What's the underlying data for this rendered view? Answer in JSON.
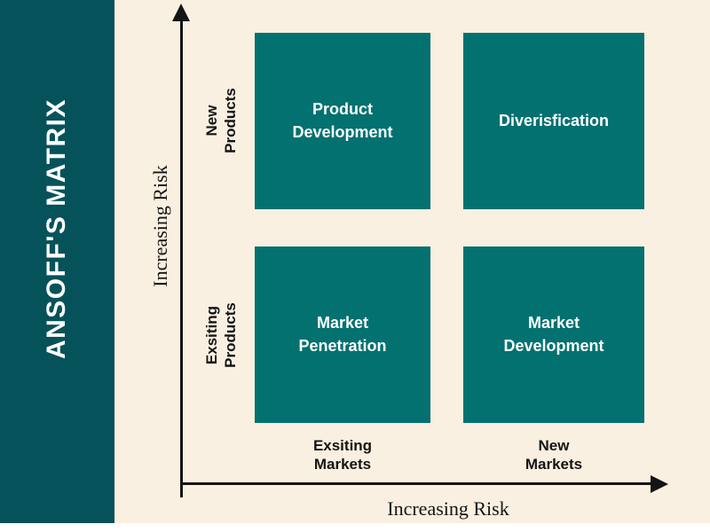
{
  "sidebar": {
    "title": "ANSOFF'S MATRIX"
  },
  "colors": {
    "background": "#faf0e1",
    "sidebar": "#05525a",
    "quadrant": "#027170",
    "quadrant_text": "#ffffff",
    "axis": "#141414",
    "footer_strip": "#ffffff"
  },
  "axes": {
    "y_axis_label": "Increasing Risk",
    "x_axis_label": "Increasing Risk",
    "y_categories": {
      "top": "New\nProducts",
      "bottom": "Exsiting\nProducts"
    },
    "x_categories": {
      "left": "Exsiting\nMarkets",
      "right": "New\nMarkets"
    }
  },
  "matrix": {
    "quadrants": [
      {
        "id": "product-development",
        "position": "top-left",
        "label": "Product\nDevelopment"
      },
      {
        "id": "diversification",
        "position": "top-right",
        "label": "Diverisfication"
      },
      {
        "id": "market-penetration",
        "position": "bottom-left",
        "label": "Market\nPenetration"
      },
      {
        "id": "market-development",
        "position": "bottom-right",
        "label": "Market\nDevelopment"
      }
    ]
  }
}
